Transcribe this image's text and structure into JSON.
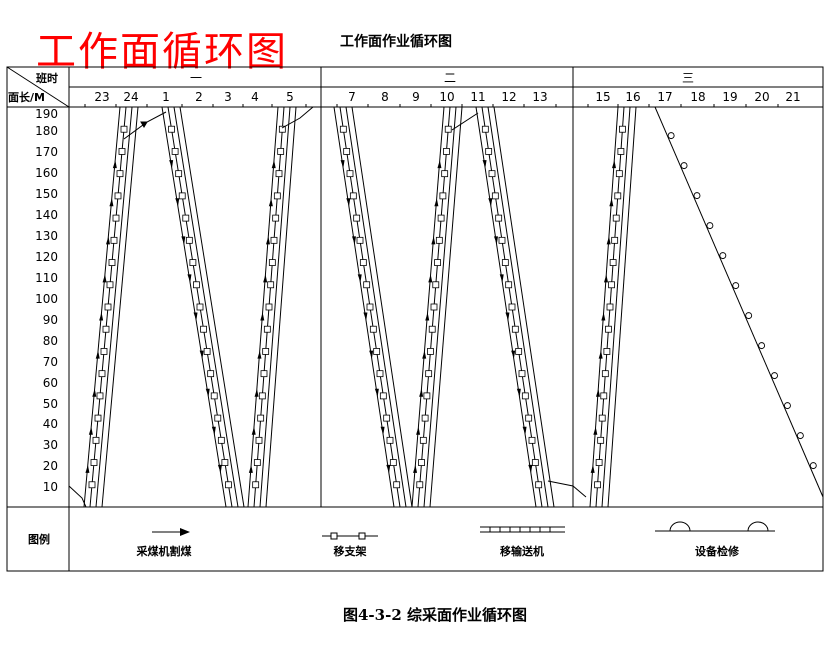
{
  "title_red": "工作面循环图",
  "title_top": "工作面作业循环图",
  "caption": "图4-3-2   综采面作业循环图",
  "header": {
    "corner_top": "班时",
    "corner_bottom": "面长/M",
    "shifts": [
      "一",
      "二",
      "三"
    ],
    "hours": [
      "23",
      "24",
      "1",
      "2",
      "3",
      "4",
      "5",
      "7",
      "8",
      "9",
      "10",
      "11",
      "12",
      "13",
      "15",
      "16",
      "17",
      "18",
      "19",
      "20",
      "21"
    ]
  },
  "y_axis": {
    "ticks": [
      "10",
      "20",
      "30",
      "40",
      "50",
      "60",
      "70",
      "80",
      "90",
      "100",
      "110",
      "120",
      "130",
      "140",
      "150",
      "160",
      "170",
      "180",
      "190"
    ]
  },
  "legend": {
    "title": "图例",
    "items": [
      {
        "key": "shearer",
        "label": "采煤机割煤"
      },
      {
        "key": "support",
        "label": "移支架"
      },
      {
        "key": "conveyor",
        "label": "移输送机"
      },
      {
        "key": "maintenance",
        "label": "设备检修"
      }
    ]
  },
  "colors": {
    "title_red": "#ff0000",
    "line": "#000000"
  }
}
